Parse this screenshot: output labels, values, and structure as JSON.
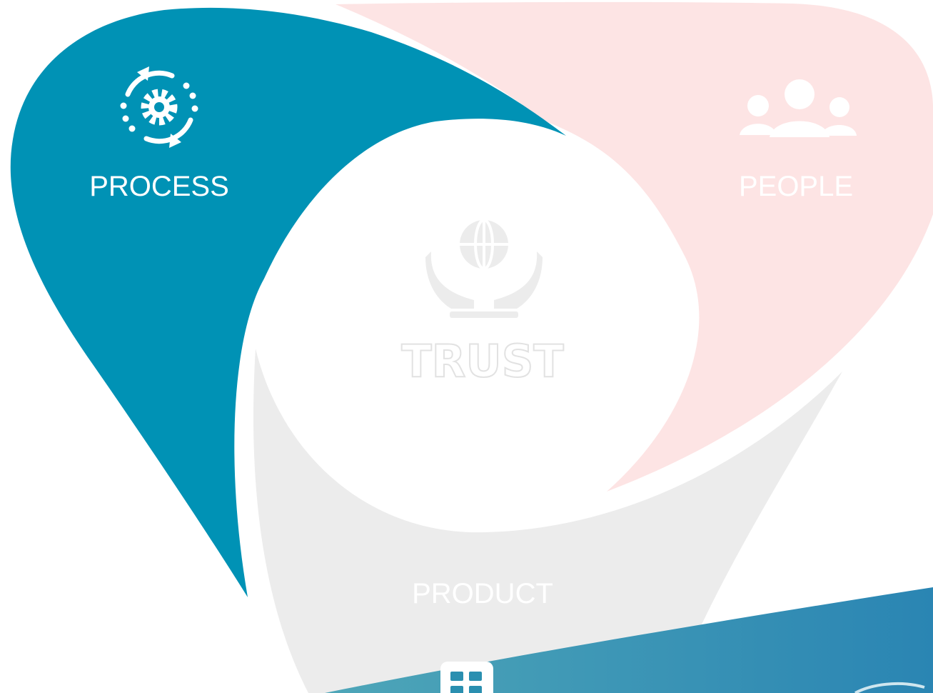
{
  "diagram": {
    "center": {
      "label": "TRUST",
      "icon": "hands-globe-icon"
    },
    "segments": [
      {
        "key": "process",
        "label": "PROCESS",
        "icon": "gear-cycle-icon",
        "color": "#0092b5"
      },
      {
        "key": "people",
        "label": "PEOPLE",
        "icon": "people-group-icon",
        "color": "#fde4e4"
      },
      {
        "key": "product",
        "label": "PRODUCT",
        "icon": "product-grid-icon",
        "color": "#ececec"
      }
    ],
    "colors": {
      "label_text": "#ffffff",
      "trust_fill": "#ffffff",
      "trust_stroke": "#e4e4e4",
      "icon_light": "#ececec",
      "band_start": "#4aa3b6",
      "band_end": "#2c86b4"
    }
  }
}
